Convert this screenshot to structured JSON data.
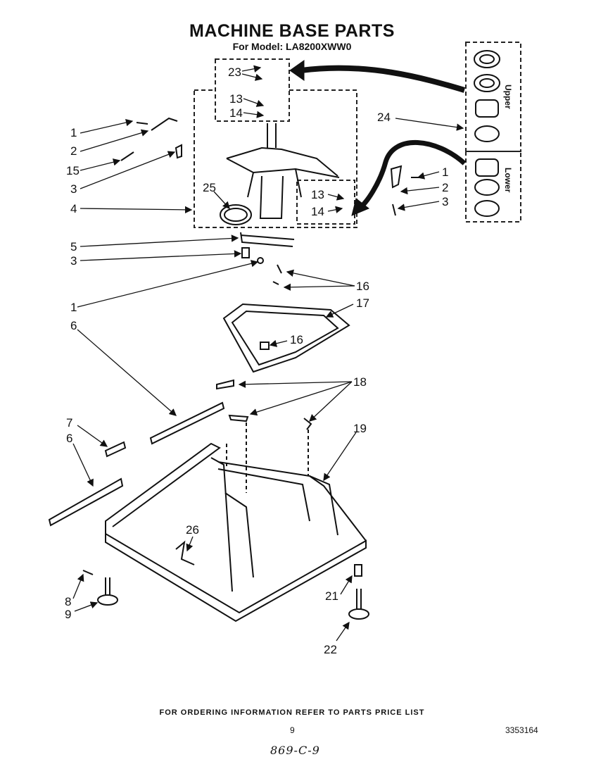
{
  "title": "MACHINE BASE PARTS",
  "subtitle": "For Model: LA8200XWW0",
  "footer_note": "FOR ORDERING INFORMATION REFER TO PARTS PRICE LIST",
  "page_number": "9",
  "doc_number": "3353164",
  "handwritten_note": "869-C-9",
  "side_labels": {
    "upper": "Upper",
    "lower": "Lower"
  },
  "callouts": {
    "c23": "23",
    "c13a": "13",
    "c14a": "14",
    "c24": "24",
    "c1a": "1",
    "c2a": "2",
    "c15": "15",
    "c3a": "3",
    "c25": "25",
    "c4": "4",
    "c13b": "13",
    "c14b": "14",
    "c1b": "1",
    "c2b": "2",
    "c3b": "3",
    "c5": "5",
    "c3c": "3",
    "c1c": "1",
    "c6a": "6",
    "c16a": "16",
    "c17": "17",
    "c16b": "16",
    "c18": "18",
    "c19": "19",
    "c7": "7",
    "c6b": "6",
    "c26": "26",
    "c8": "8",
    "c9": "9",
    "c21": "21",
    "c22": "22"
  }
}
